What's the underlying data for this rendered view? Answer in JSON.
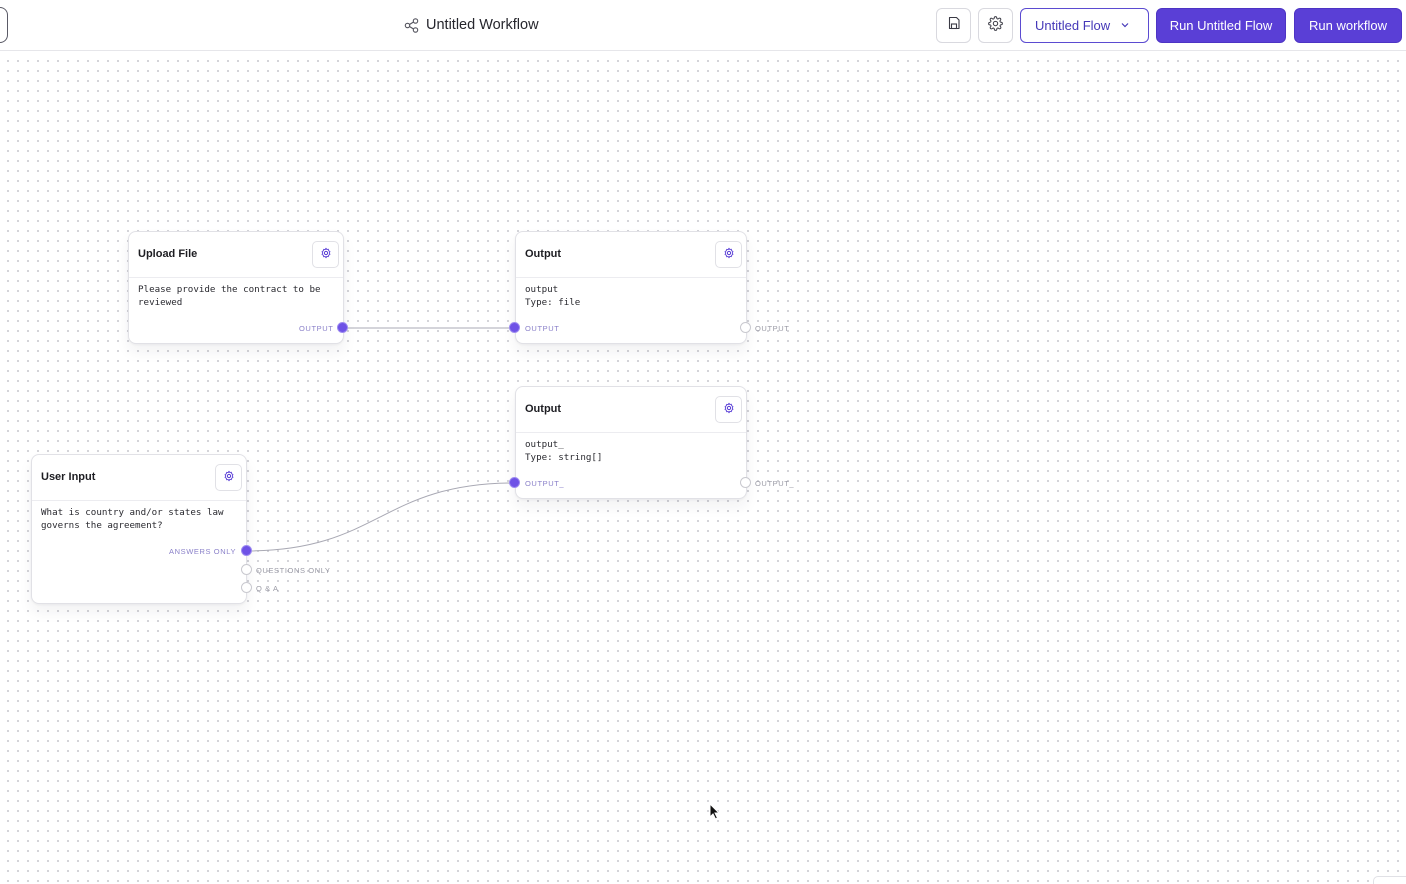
{
  "header": {
    "title": "Untitled Workflow",
    "flow_select": "Untitled Flow",
    "run_flow_label": "Run Untitled Flow",
    "run_workflow_label": "Run workflow",
    "accent": "#5a3fd6"
  },
  "nodes": {
    "upload_file": {
      "title": "Upload File",
      "body": "Please provide the contract to be\nreviewed",
      "output_label": "OUTPUT"
    },
    "output_file": {
      "title": "Output",
      "body": "output\nType: file",
      "input_label": "OUTPUT",
      "output_label": "OUTPUT"
    },
    "output_strings": {
      "title": "Output",
      "body": "output_\nType: string[]",
      "input_label": "OUTPUT_",
      "output_label": "OUTPUT_"
    },
    "user_input": {
      "title": "User Input",
      "body": "What is country and/or states law\ngoverns the agreement?",
      "ports": [
        "ANSWERS ONLY",
        "QUESTIONS ONLY",
        "Q & A"
      ]
    }
  },
  "icons": {
    "title": "workflow-share-icon",
    "save": "save-icon",
    "settings": "gear-icon",
    "dropdown": "chevron-down-icon",
    "node_settings": "gear-icon",
    "cursor": "mouse-pointer-icon"
  }
}
